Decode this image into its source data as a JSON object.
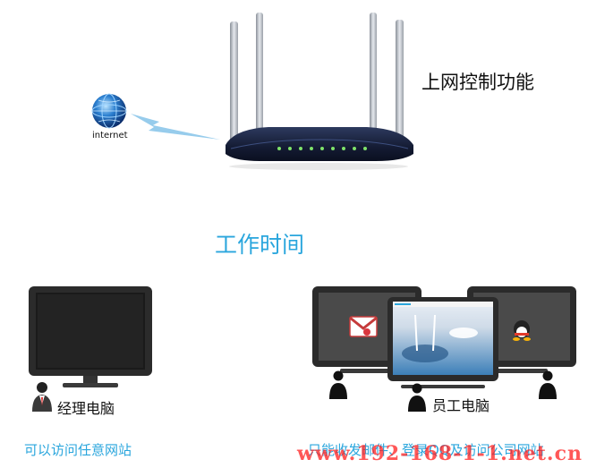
{
  "header": {
    "title": "上网控制功能"
  },
  "internet": {
    "label": "internet"
  },
  "section": {
    "title": "工作时间"
  },
  "manager": {
    "label": "经理电脑",
    "caption": "可以访问任意网站"
  },
  "employee": {
    "label": "员工电脑",
    "caption": "只能收发邮件、登录QQ及访问公司网站"
  },
  "watermark": {
    "text": "www.192-168-1-1.net.cn"
  },
  "colors": {
    "accent": "#2aa6dd",
    "router_body": "#1a2340",
    "monitor_bezel": "#2a2a2a",
    "watermark": "#ff2020"
  },
  "icons": [
    "globe-icon",
    "signal-icon",
    "router-icon",
    "user-icon",
    "mail-icon",
    "qq-icon"
  ]
}
